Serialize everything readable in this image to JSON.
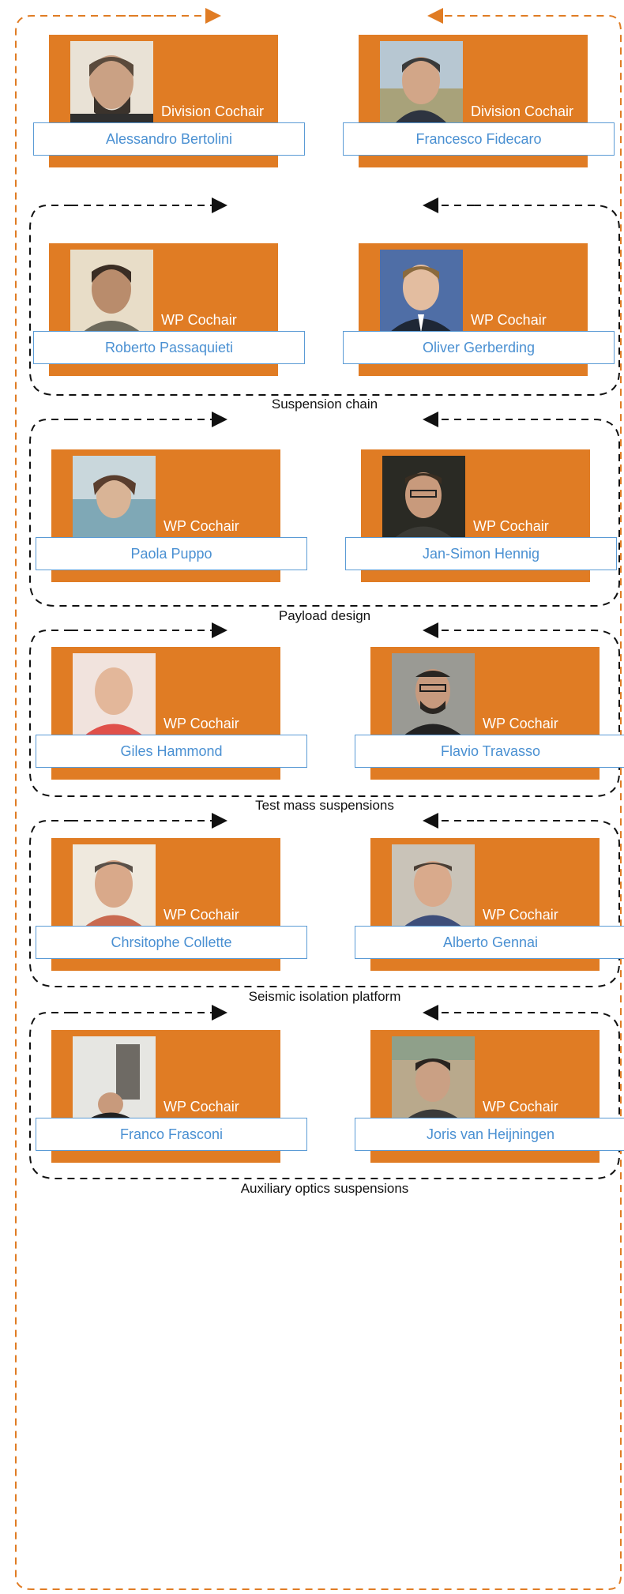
{
  "colors": {
    "card": "#e07c24",
    "ribbon_text": "#4a90d2",
    "ribbon_border": "#5b9bd5",
    "outer_loop": "#e07c24",
    "inner_loop": "#111111"
  },
  "division": {
    "left": {
      "role": "Division Cochair",
      "name": "Alessandro Bertolini"
    },
    "right": {
      "role": "Division Cochair",
      "name": "Francesco Fidecaro"
    }
  },
  "groups": [
    {
      "label": "Suspension chain",
      "left": {
        "role": "WP Cochair",
        "name": "Roberto Passaquieti"
      },
      "right": {
        "role": "WP Cochair",
        "name": "Oliver Gerberding"
      }
    },
    {
      "label": "Payload design",
      "left": {
        "role": "WP Cochair",
        "name": "Paola Puppo"
      },
      "right": {
        "role": "WP Cochair",
        "name": "Jan-Simon Hennig"
      }
    },
    {
      "label": "Test mass suspensions",
      "left": {
        "role": "WP Cochair",
        "name": "Giles Hammond"
      },
      "right": {
        "role": "WP Cochair",
        "name": "Flavio Travasso"
      }
    },
    {
      "label": "Seismic isolation platform",
      "left": {
        "role": "WP Cochair",
        "name": "Chrsitophe Collette"
      },
      "right": {
        "role": "WP Cochair",
        "name": "Alberto Gennai"
      }
    },
    {
      "label": "Auxiliary optics suspensions",
      "left": {
        "role": "WP Cochair",
        "name": "Franco Frasconi"
      },
      "right": {
        "role": "WP Cochair",
        "name": "Joris van Heijningen"
      }
    }
  ]
}
